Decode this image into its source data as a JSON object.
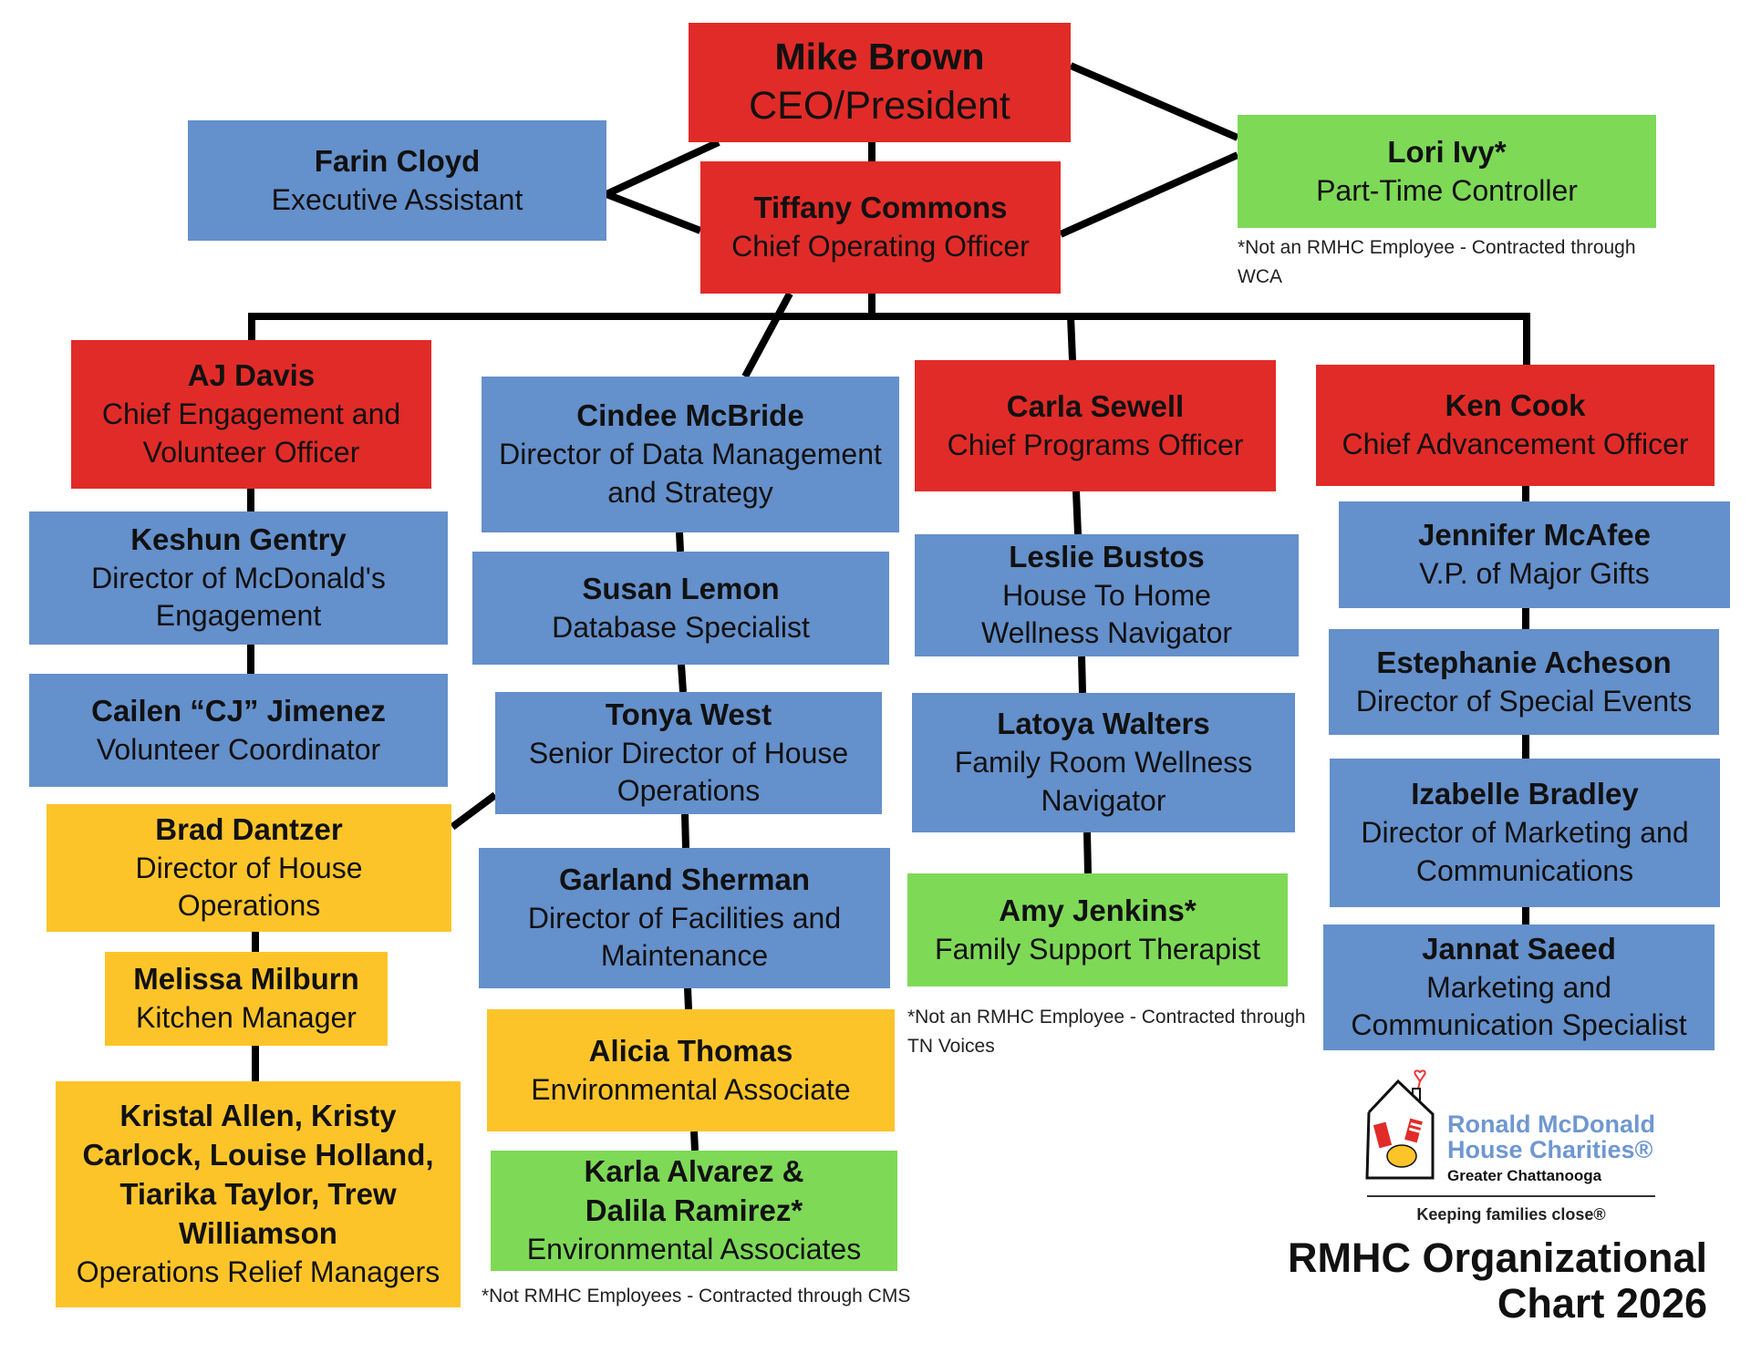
{
  "colors": {
    "executive": "#e12b28",
    "staff": "#6490cb",
    "operations": "#fdc42a",
    "contracted": "#7ed957",
    "connector": "#000000"
  },
  "people": {
    "mike": {
      "name": "Mike Brown",
      "role": "CEO/President"
    },
    "tiffany": {
      "name": "Tiffany Commons",
      "role": "Chief Operating Officer"
    },
    "farin": {
      "name": "Farin Cloyd",
      "role": "Executive Assistant"
    },
    "lori": {
      "name": "Lori Ivy*",
      "role": "Part-Time Controller"
    },
    "aj": {
      "name": "AJ Davis",
      "role": "Chief Engagement and Volunteer Officer"
    },
    "keshun": {
      "name": "Keshun Gentry",
      "role": "Director of McDonald's Engagement"
    },
    "cailen": {
      "name": "Cailen “CJ” Jimenez",
      "role": "Volunteer Coordinator"
    },
    "brad": {
      "name": "Brad Dantzer",
      "role": "Director of House Operations"
    },
    "melissa": {
      "name": "Melissa Milburn",
      "role": "Kitchen Manager"
    },
    "relief": {
      "name": "Kristal Allen, Kristy Carlock, Louise Holland, Tiarika Taylor, Trew Williamson",
      "role": "Operations Relief Managers"
    },
    "cindee": {
      "name": "Cindee McBride",
      "role": "Director of Data Management and Strategy"
    },
    "susan": {
      "name": "Susan Lemon",
      "role": "Database Specialist"
    },
    "tonya": {
      "name": "Tonya West",
      "role": "Senior Director of House Operations"
    },
    "garland": {
      "name": "Garland Sherman",
      "role": "Director of Facilities and Maintenance"
    },
    "alicia": {
      "name": "Alicia Thomas",
      "role": "Environmental Associate"
    },
    "karla": {
      "name": "Karla Alvarez & Dalila Ramirez*",
      "role": "Environmental Associates"
    },
    "carla": {
      "name": "Carla Sewell",
      "role": "Chief Programs Officer"
    },
    "leslie": {
      "name": "Leslie Bustos",
      "role": "House To Home Wellness Navigator"
    },
    "latoya": {
      "name": "Latoya Walters",
      "role": "Family Room Wellness Navigator"
    },
    "amy": {
      "name": "Amy Jenkins*",
      "role": "Family Support Therapist"
    },
    "ken": {
      "name": "Ken Cook",
      "role": "Chief Advancement Officer"
    },
    "jennifer": {
      "name": "Jennifer McAfee",
      "role": "V.P. of Major Gifts"
    },
    "estephanie": {
      "name": "Estephanie Acheson",
      "role": "Director of Special Events"
    },
    "izabelle": {
      "name": "Izabelle Bradley",
      "role": "Director of Marketing and Communications"
    },
    "jannat": {
      "name": "Jannat Saeed",
      "role": "Marketing and Communication Specialist"
    }
  },
  "notes": {
    "lori": "*Not an RMHC Employee - Contracted through WCA",
    "amy": "*Not an RMHC Employee - Contracted through TN Voices",
    "karla": "*Not RMHC Employees - Contracted through CMS"
  },
  "logo": {
    "line1": "Ronald McDonald",
    "line2": "House Charities®",
    "line3": "Greater Chattanooga",
    "tagline": "Keeping families close®"
  },
  "title": {
    "line1": "RMHC Organizational",
    "line2": "Chart 2026"
  }
}
